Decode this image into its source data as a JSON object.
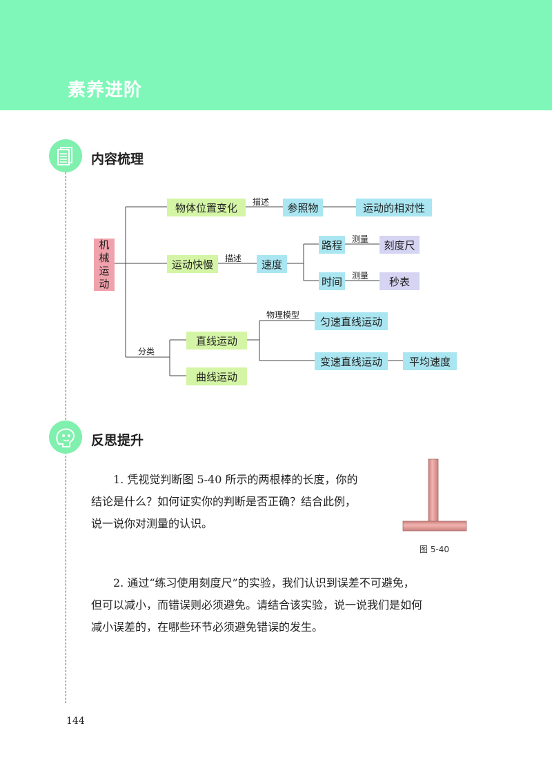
{
  "header": {
    "title": "素养进阶"
  },
  "sections": {
    "content": {
      "title": "内容梳理"
    },
    "reflect": {
      "title": "反思提升"
    }
  },
  "diagram": {
    "root": "机械运动",
    "nodes": {
      "position_change": "物体位置变化",
      "reference": "参照物",
      "relativity": "运动的相对性",
      "speed_of_motion": "运动快慢",
      "speed": "速度",
      "distance": "路程",
      "ruler": "刻度尺",
      "time": "时间",
      "stopwatch": "秒表",
      "linear": "直线运动",
      "curved": "曲线运动",
      "uniform": "匀速直线运动",
      "variable": "变速直线运动",
      "average_speed": "平均速度"
    },
    "edge_labels": {
      "describe1": "描述",
      "describe2": "描述",
      "measure1": "测量",
      "measure2": "测量",
      "model": "物理模型",
      "classify": "分类"
    }
  },
  "questions": {
    "q1": [
      "1. 凭视觉判断图 5-40 所示的两根棒的长度，你的",
      "结论是什么？如何证实你的判断是否正确？结合此例，",
      "说一说你对测量的认识。"
    ],
    "q2": [
      "2. 通过“练习使用刻度尺”的实验，我们认识到误差不可避免，",
      "但可以减小，而错误则必须避免。请结合该实验，说一说我们是如何",
      "减小误差的，在哪些环节必须避免错误的发生。"
    ]
  },
  "figure": {
    "caption": "图 5-40"
  },
  "page_number": "144",
  "colors": {
    "header": "#7ff7b8",
    "green_box": "#d4f5a5",
    "cyan_box": "#a9e6f1",
    "purple_box": "#d5d4f3",
    "root_box": "#f0a1ab",
    "rod": "#e9a3a0"
  }
}
